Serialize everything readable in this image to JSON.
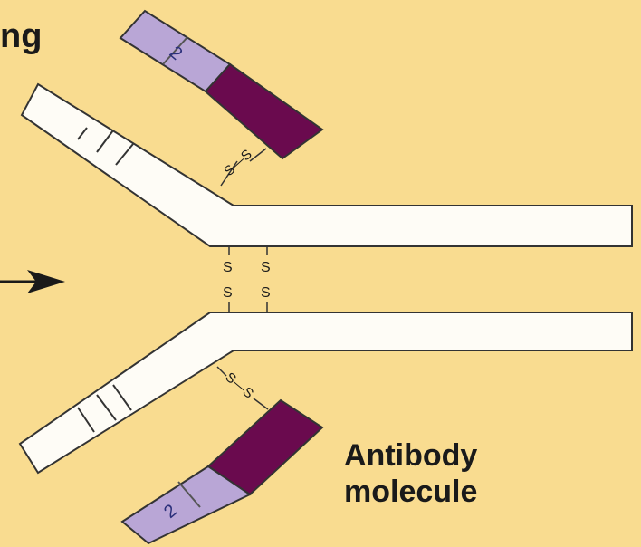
{
  "colors": {
    "background": "#f9dc90",
    "heavy_chain_fill": "#fefcf6",
    "outline": "#333333",
    "light_chain_constant": "#6a0a4e",
    "light_chain_variable": "#b9a6d6"
  },
  "top_left_label_fragment": "ng",
  "light_chain_top": {
    "domain_number": "2"
  },
  "light_chain_bottom": {
    "domain_number": "2"
  },
  "disulfide": {
    "top_light_heavy": "S—S",
    "bottom_light_heavy": "S—S",
    "hinge_left_top": "S",
    "hinge_left_bottom": "S",
    "hinge_right_top": "S",
    "hinge_right_bottom": "S"
  },
  "antibody_label": {
    "line1": "Antibody",
    "line2": "molecule"
  }
}
